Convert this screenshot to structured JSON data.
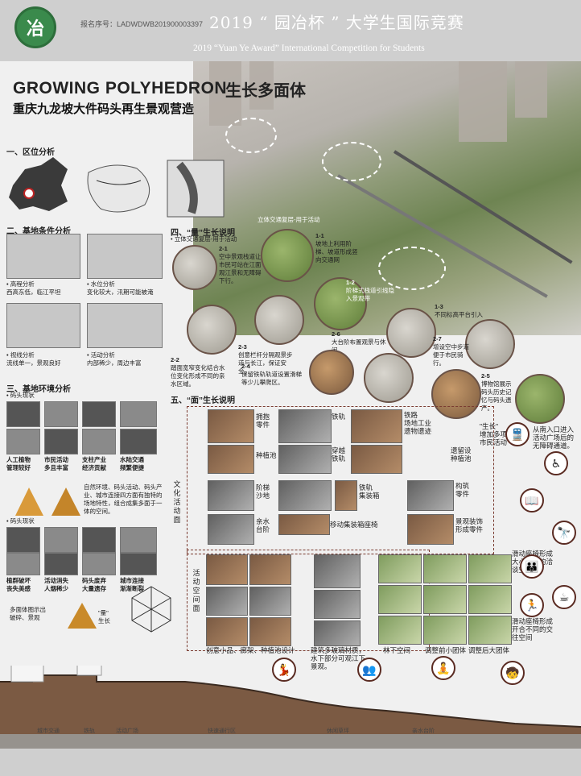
{
  "header": {
    "serial": "报名序号：LADWDWB201900003397",
    "title_cn": "2019 “ 园冶杯 ” 大学生国际竞赛",
    "title_en": "2019 “Yuan Ye Award” International Competition for  Students",
    "logo_text": "冶"
  },
  "project": {
    "title_en": "GROWING POLYHEDRON",
    "title_cn": "生长多面体",
    "subtitle": "重庆九龙坡大件码头再生景观营造"
  },
  "sections": {
    "location": "一、区位分析",
    "site_conditions": "二、基地条件分析",
    "site_environment": "三、基地环境分析",
    "quantity_growth": "四、“量”生长说明",
    "surface_growth": "五、“面”生长说明"
  },
  "site_conditions": {
    "elevation": "• 高程分析\n西高东低，临江平坦",
    "water": "• 水位分析\n变化较大，汛期可能被淹",
    "view": "• 视线分析\n流线单一，景观良好",
    "activity": "• 活动分析\n内部稀少，周边丰富"
  },
  "site_environment": {
    "wharf_status": "• 码头现状",
    "labels": [
      "人工植物\n管理较好",
      "市民活动\n多且丰富",
      "支柱产业\n经济贡献",
      "水陆交通\n频繁便捷"
    ],
    "summary": "自然环境、码头活动、码头产业、城市连接四方面有独特的场地特性，组合成集多面于一体的空间。",
    "wharf_view": "• 码头现状",
    "labels2": [
      "植群破坏\n丧失美感",
      "活动消失\n人烟稀少",
      "码头废弃\n大量遗存",
      "城市连接\n渐渐断裂"
    ],
    "polyhedron_note": "多面体图示出\n破碎、景观",
    "growth_tag": "\"量\"\n生长"
  },
  "quantity": {
    "intro": "• 立体交通复层-用于活动",
    "aerial_tag": "立体交通复层-用于活动",
    "items": [
      {
        "id": "1-1",
        "text": "坡地上利用阶梯、坡道形成竖向交通网"
      },
      {
        "id": "1-2",
        "text": "阶梯式栈道引线隐入景观带"
      },
      {
        "id": "1-3",
        "text": "不同标高平台引入"
      },
      {
        "id": "2-1",
        "text": "空中景观栈道让市民可站在江面观江景和无障碍下行。"
      },
      {
        "id": "2-2",
        "text": "踏面宽窄变化结合水位变化形成不同的亲水区域。"
      },
      {
        "id": "2-3",
        "text": "创意栏杆分隔观景步道与长江，保证安全。"
      },
      {
        "id": "2-4",
        "text": "保留铁轨轨道设置滑梯等少儿攀爬区。"
      },
      {
        "id": "2-5",
        "text": "博物馆展示码头历史记忆与码头遗产。"
      },
      {
        "id": "2-6",
        "text": "大台阶布置观景与休闲。"
      },
      {
        "id": "2-7",
        "text": "增设空中步道便于市民骑行。"
      }
    ],
    "growth_note": "\"生长\"\n增加多项\n市民活动",
    "access_note": "从南入口进入活动广场后的无障碍通道。"
  },
  "surface": {
    "left_column": "文化活动面",
    "left_column2": "活动空间面",
    "rows": [
      {
        "a": "拥抱\n零件",
        "b": "铁轨",
        "c": "铁路\n场地工业\n遗物遗迹"
      },
      {
        "a": "种植池",
        "b": "穿越\n铁轨",
        "c": "遗留设\n种植池"
      },
      {
        "a": "阶梯\n沙地",
        "b": "",
        "c": "铁轨\n集装箱",
        "d": "构筑\n零件"
      },
      {
        "a": "亲水\n台阶",
        "b": "移动集装箱座椅",
        "c": "",
        "d": "景观装饰\n形成零件"
      }
    ],
    "bottom": [
      "创意小品、廊架、种植池设计",
      "建筑多玻璃材质，水下部分可观江下景观。",
      "林下空间",
      "调整前小团体",
      "调整后大团体"
    ],
    "right_notes": [
      "滑动座椅形成大小不同的洽谈空间",
      "滑动座椅形成开合不同的交往空间"
    ]
  },
  "ground_labels": [
    "城市交通",
    "铁轨",
    "活动广场",
    "快速通行区",
    "休闲草坪",
    "亲水台阶"
  ],
  "icons": [
    "train-icon",
    "wheelchair-icon",
    "reading-icon",
    "telescope-icon",
    "family-icon",
    "picnic-icon",
    "sport-icon",
    "dance-icon",
    "gather-icon",
    "children-icon"
  ]
}
